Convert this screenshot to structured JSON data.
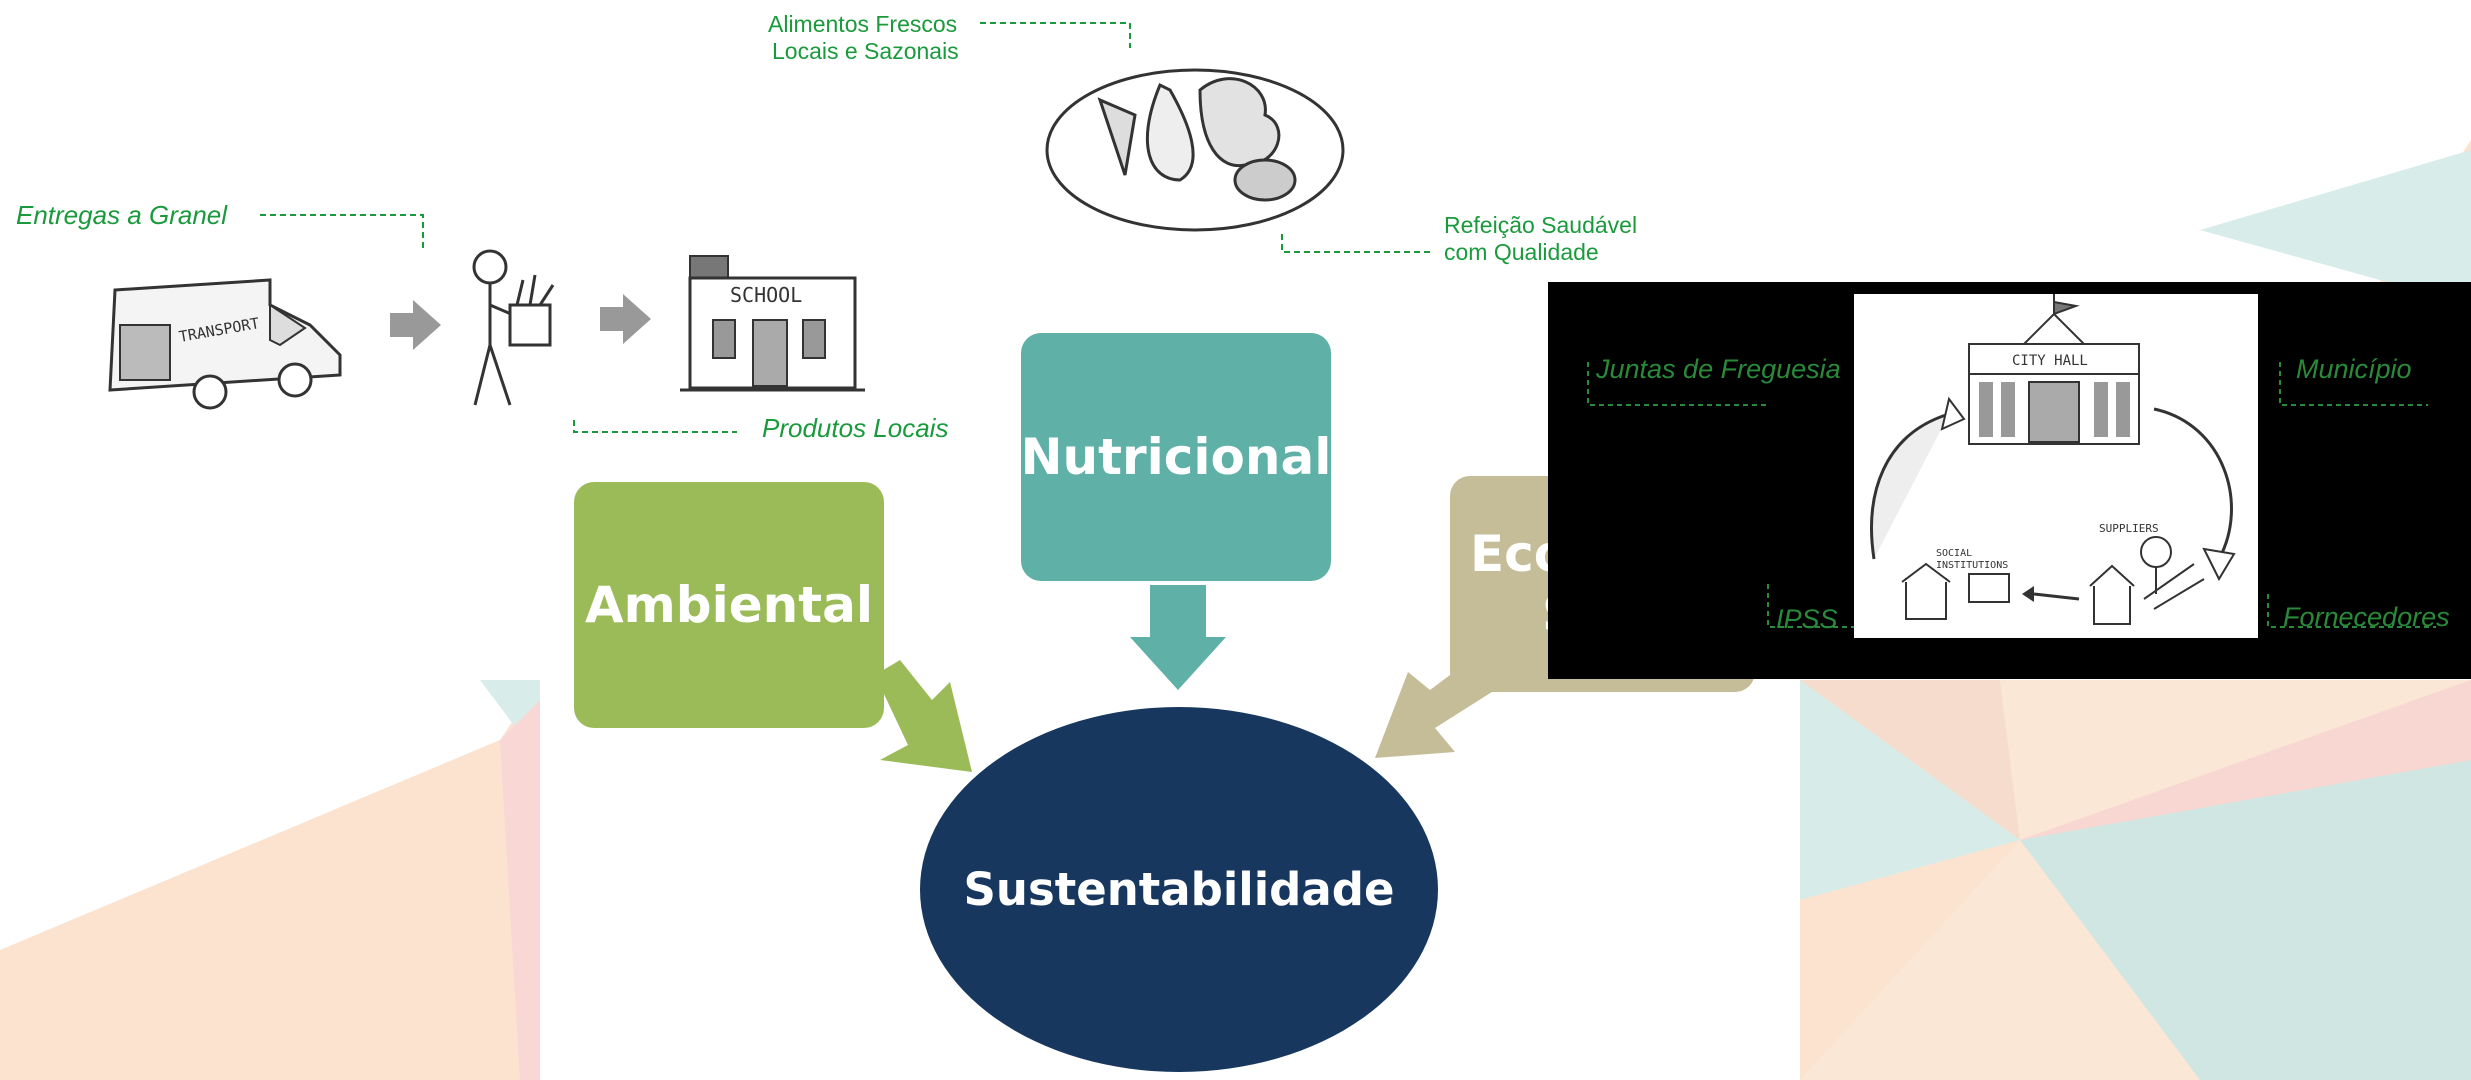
{
  "labels": {
    "alimentos_line1": "Alimentos Frescos",
    "alimentos_line2": "Locais e Sazonais",
    "entregas": "Entregas a Granel",
    "produtos": "Produtos Locais",
    "refeicao_line1": "Refeição Saudável",
    "refeicao_line2": "com Qualidade"
  },
  "sketch_text": {
    "transport": "TRANSPORT",
    "school": "SCHOOL",
    "city_hall": "CITY HALL",
    "social": "SOCIAL",
    "institutions": "INSTITUTIONS",
    "suppliers": "SUPPLIERS"
  },
  "boxes": {
    "ambiental": "Ambiental",
    "nutricional": "Nutricional",
    "economico_partial": "Eco",
    "economico_partial2": "S"
  },
  "center": "Sustentabilidade",
  "inset": {
    "juntas": "Juntas de Freguesia",
    "municipio": "Município",
    "ipss": "IPSS",
    "fornecedores": "Fornecedores"
  },
  "colors": {
    "ambiental": "#9bbb59",
    "nutricional": "#5fb0a6",
    "economico": "#c4bd97",
    "center": "#17375e",
    "label_green": "#1a9a3c"
  }
}
